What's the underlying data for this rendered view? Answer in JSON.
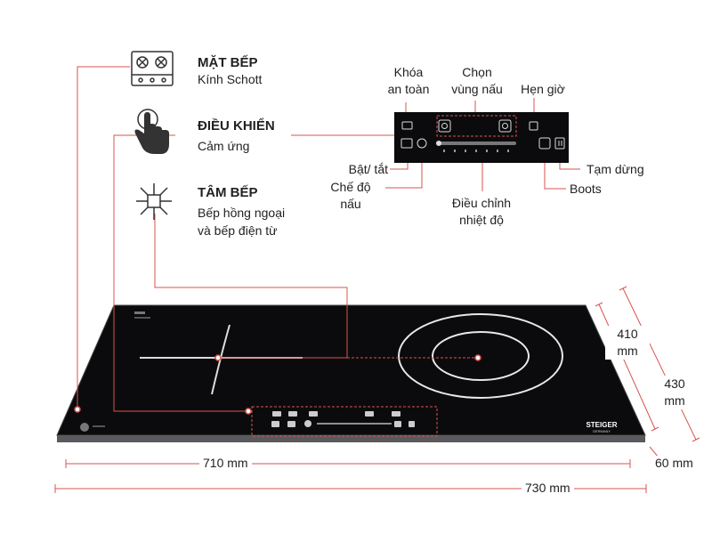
{
  "features": [
    {
      "title": "MẶT BẾP",
      "subtitle": "Kính Schott",
      "icon": "cooktop-icon"
    },
    {
      "title": "ĐIỀU KHIỂN",
      "subtitle": "Cảm ứng",
      "icon": "touch-hand-icon"
    },
    {
      "title": "TÂM BẾP",
      "subtitle_lines": [
        "Bếp hồng ngoại",
        "và bếp điện từ"
      ],
      "icon": "heating-zone-icon"
    }
  ],
  "control_labels": {
    "safety_lock": [
      "Khóa",
      "an toàn"
    ],
    "zone_select": [
      "Chọn",
      "vùng nấu"
    ],
    "timer": "Hẹn giờ",
    "power": "Bật/ tắt",
    "cook_mode": [
      "Chế độ",
      "nấu"
    ],
    "temperature": [
      "Điều chỉnh",
      "nhiệt độ"
    ],
    "pause": "Tạm dừng",
    "boost": "Boots"
  },
  "dimensions": {
    "width_inner": "710 mm",
    "width_outer": "730 mm",
    "depth_inner": [
      "410",
      "mm"
    ],
    "depth_outer": [
      "430",
      "mm"
    ],
    "thickness": "60 mm"
  },
  "product": {
    "brand": "STEIGER",
    "brand_sub": "GERMANY"
  },
  "colors": {
    "leader_line": "#d9534f",
    "glass": "#0b0b0d",
    "zone": "#e8e8e8"
  }
}
